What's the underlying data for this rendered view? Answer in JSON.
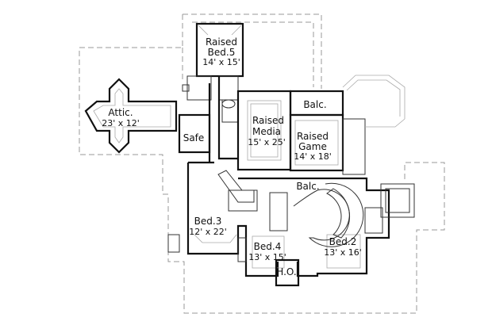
{
  "rooms": {
    "bed5": {
      "line1": "Raised",
      "line2": "Bed.5",
      "size": "14' x 15'"
    },
    "attic": {
      "name": "Attic.",
      "size": "23' x 12'"
    },
    "safe": {
      "name": "Safe"
    },
    "media": {
      "line1": "Raised",
      "line2": "Media",
      "size": "15' x 25'"
    },
    "balc_upper": {
      "name": "Balc."
    },
    "game": {
      "line1": "Raised",
      "line2": "Game",
      "size": "14' x 18'"
    },
    "balc_lower": {
      "name": "Balc."
    },
    "bed3": {
      "name": "Bed.3",
      "size": "12' x 22'"
    },
    "bed4": {
      "name": "Bed.4",
      "size": "13' x 15'"
    },
    "bed2": {
      "name": "Bed.2",
      "size": "13' x 16'"
    },
    "ho": {
      "name": "H.O."
    }
  }
}
